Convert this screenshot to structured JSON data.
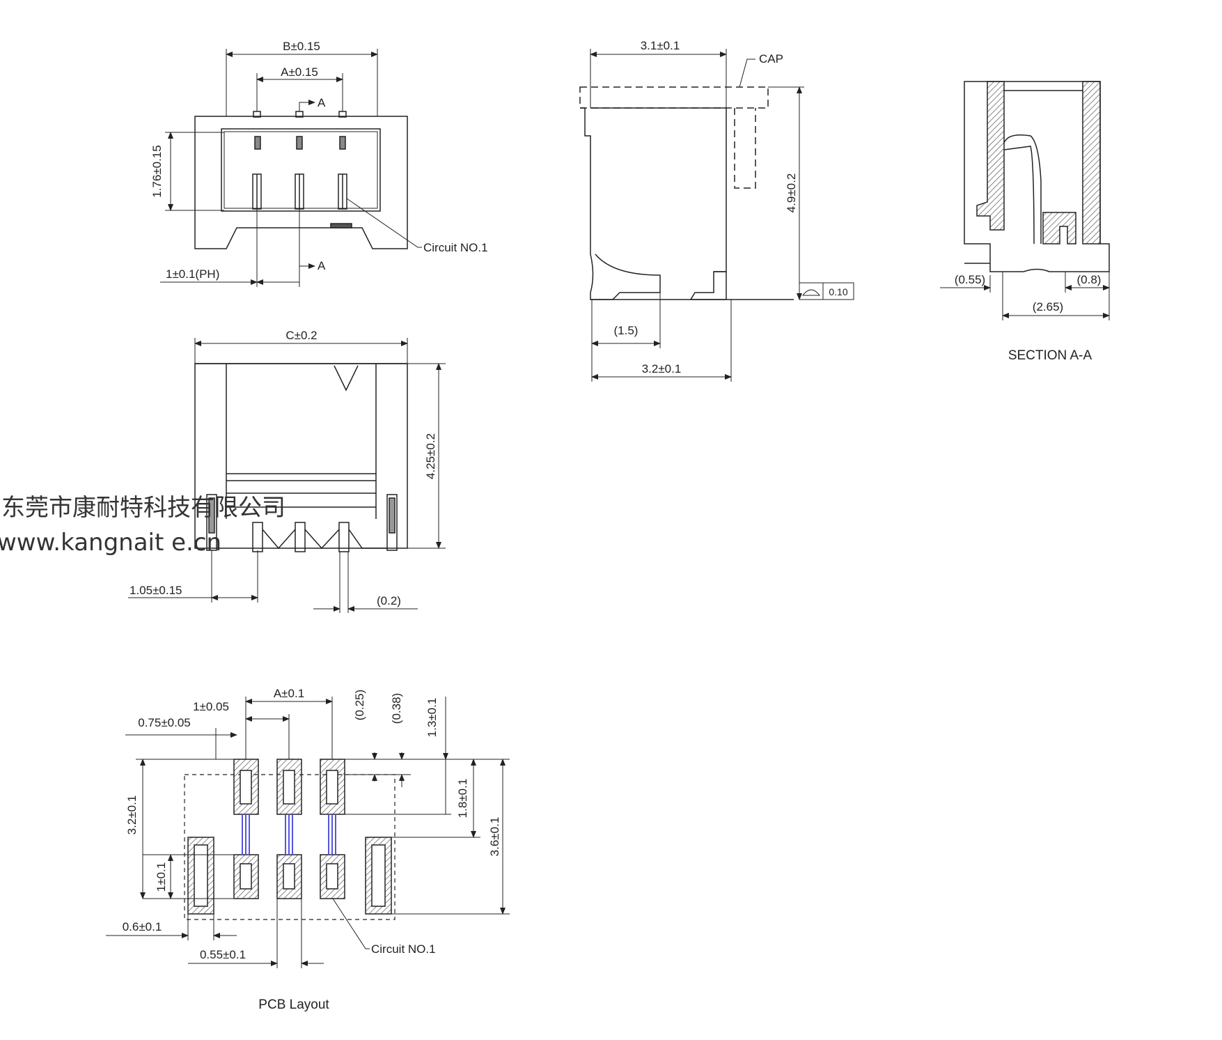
{
  "colors": {
    "line": "#222222",
    "hatch": "#555555",
    "wire": "#5555dd",
    "background": "#ffffff"
  },
  "top_view": {
    "dim_b": "B±0.15",
    "dim_a": "A±0.15",
    "section_mark": "A",
    "dim_height": "1.76±0.15",
    "dim_pitch": "1±0.1(PH)",
    "circuit_label": "Circuit NO.1"
  },
  "front_view": {
    "dim_c": "C±0.2",
    "dim_height": "4.25±0.2",
    "dim_offset": "1.05±0.15",
    "dim_lead": "(0.2)"
  },
  "side_view": {
    "dim_top": "3.1±0.1",
    "cap_label": "CAP",
    "dim_height": "4.9±0.2",
    "flatness": "0.10",
    "dim_foot": "(1.5)",
    "dim_bottom": "3.2±0.1"
  },
  "section_view": {
    "dim_left": "(0.55)",
    "dim_right": "(0.8)",
    "dim_total": "(2.65)",
    "title": "SECTION A-A"
  },
  "pcb_layout": {
    "dim_a": "A±0.1",
    "dim_pitch": "1±0.05",
    "dim_pad_width": "0.75±0.05",
    "dim_025": "(0.25)",
    "dim_038": "(0.38)",
    "dim_13": "1.3±0.1",
    "dim_32": "3.2±0.1",
    "dim_18": "1.8±0.1",
    "dim_36": "3.6±0.1",
    "dim_1": "1±0.1",
    "dim_06": "0.6±0.1",
    "dim_055": "0.55±0.1",
    "circuit_label": "Circuit NO.1",
    "title": "PCB Layout"
  },
  "watermark": {
    "company": "东莞市康耐特科技有限公司",
    "url": "www.kangnait e.cn"
  }
}
